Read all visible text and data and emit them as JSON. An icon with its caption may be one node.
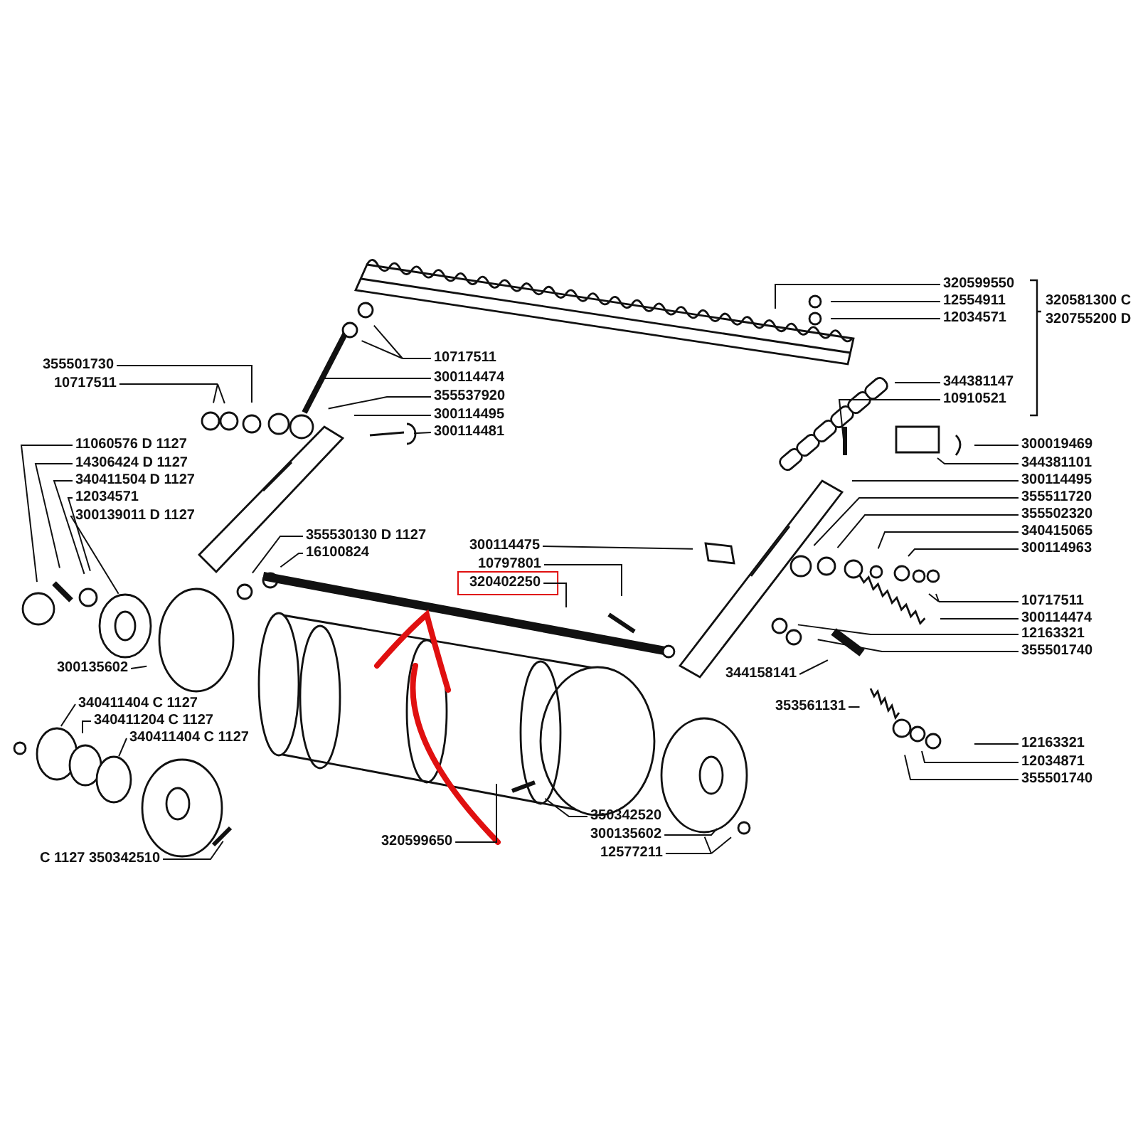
{
  "diagram": {
    "nodes": [
      {
        "text": [
          "355501730"
        ]
      },
      {
        "text": [
          "10717511"
        ]
      },
      {
        "text": [
          "10717511"
        ]
      },
      {
        "text": [
          "300114474"
        ]
      },
      {
        "text": [
          "355537920"
        ]
      },
      {
        "text": [
          "300114495"
        ]
      },
      {
        "text": [
          "300114481"
        ]
      },
      {
        "text": [
          "11060576 D 1127"
        ]
      },
      {
        "text": [
          "14306424 D 1127"
        ]
      },
      {
        "text": [
          "340411504 D 1127"
        ]
      },
      {
        "text": [
          "12034571"
        ]
      },
      {
        "text": [
          "300139011 D 1127"
        ]
      },
      {
        "text": [
          "355530130 D 1127"
        ]
      },
      {
        "text": [
          "16100824"
        ]
      },
      {
        "text": [
          "300135602"
        ]
      },
      {
        "text": [
          "340411404 C 1127"
        ]
      },
      {
        "text": [
          "340411204 C 1127"
        ]
      },
      {
        "text": [
          "340411404 C 1127"
        ]
      },
      {
        "text": [
          "C 1127 350342510"
        ]
      },
      {
        "text": [
          "300114475"
        ]
      },
      {
        "text": [
          "10797801"
        ]
      },
      {
        "text": [
          "320402250"
        ]
      },
      {
        "text": [
          "320599650"
        ]
      },
      {
        "text": [
          "350342520"
        ]
      },
      {
        "text": [
          "300135602"
        ]
      },
      {
        "text": [
          "12577211"
        ]
      },
      {
        "text": [
          "320599550"
        ]
      },
      {
        "text": [
          "12554911"
        ]
      },
      {
        "text": [
          "12034571"
        ]
      },
      {
        "text": [
          "344381147"
        ]
      },
      {
        "text": [
          "10910521"
        ]
      },
      {
        "text": [
          "300019469"
        ]
      },
      {
        "text": [
          "344381101"
        ]
      },
      {
        "text": [
          "300114495"
        ]
      },
      {
        "text": [
          "355511720"
        ]
      },
      {
        "text": [
          "355502320"
        ]
      },
      {
        "text": [
          "340415065"
        ]
      },
      {
        "text": [
          "300114963"
        ]
      },
      {
        "text": [
          "10717511"
        ]
      },
      {
        "text": [
          "300114474"
        ]
      },
      {
        "text": [
          "12163321"
        ]
      },
      {
        "text": [
          "355501740"
        ]
      },
      {
        "text": [
          "344158141"
        ]
      },
      {
        "text": [
          "353561131"
        ]
      },
      {
        "text": [
          "12163321"
        ]
      },
      {
        "text": [
          "12034871"
        ]
      },
      {
        "text": [
          "355501740"
        ]
      }
    ],
    "edges": [
      {
        "from": 0,
        "to": null,
        "arrow": "none"
      },
      {
        "from": 1,
        "to": null,
        "arrow": "none"
      },
      {
        "from": 2,
        "to": null,
        "arrow": "none"
      },
      {
        "from": 3,
        "to": null,
        "arrow": "none"
      },
      {
        "from": 4,
        "to": null,
        "arrow": "none"
      },
      {
        "from": 5,
        "to": null,
        "arrow": "none"
      },
      {
        "from": 6,
        "to": null,
        "arrow": "none"
      },
      {
        "from": 7,
        "to": null,
        "arrow": "none"
      },
      {
        "from": 8,
        "to": null,
        "arrow": "none"
      },
      {
        "from": 9,
        "to": null,
        "arrow": "none"
      },
      {
        "from": 10,
        "to": null,
        "arrow": "none"
      },
      {
        "from": 11,
        "to": null,
        "arrow": "none"
      },
      {
        "from": 12,
        "to": null,
        "arrow": "none"
      },
      {
        "from": 13,
        "to": null,
        "arrow": "none"
      },
      {
        "from": 14,
        "to": null,
        "arrow": "none"
      },
      {
        "from": 15,
        "to": null,
        "arrow": "none"
      },
      {
        "from": 16,
        "to": null,
        "arrow": "none"
      },
      {
        "from": 17,
        "to": null,
        "arrow": "none"
      },
      {
        "from": 18,
        "to": null,
        "arrow": "none"
      },
      {
        "from": 19,
        "to": null,
        "arrow": "none"
      },
      {
        "from": 20,
        "to": null,
        "arrow": "none"
      },
      {
        "from": 21,
        "to": null,
        "arrow": "none"
      },
      {
        "from": 22,
        "to": null,
        "arrow": "none"
      },
      {
        "from": 23,
        "to": null,
        "arrow": "none"
      },
      {
        "from": 24,
        "to": null,
        "arrow": "none"
      },
      {
        "from": 25,
        "to": null,
        "arrow": "none"
      },
      {
        "from": 26,
        "to": null,
        "arrow": "none"
      },
      {
        "from": 27,
        "to": null,
        "arrow": "none"
      },
      {
        "from": 28,
        "to": null,
        "arrow": "none"
      },
      {
        "from": 29,
        "to": null,
        "arrow": "none"
      },
      {
        "from": 30,
        "to": null,
        "arrow": "none"
      },
      {
        "from": 31,
        "to": null,
        "arrow": "none"
      },
      {
        "from": 32,
        "to": null,
        "arrow": "none"
      },
      {
        "from": 33,
        "to": null,
        "arrow": "none"
      },
      {
        "from": 34,
        "to": null,
        "arrow": "none"
      },
      {
        "from": 35,
        "to": null,
        "arrow": "none"
      },
      {
        "from": 36,
        "to": null,
        "arrow": "none"
      },
      {
        "from": 37,
        "to": null,
        "arrow": "none"
      },
      {
        "from": 38,
        "to": null,
        "arrow": "none"
      },
      {
        "from": 39,
        "to": null,
        "arrow": "none"
      },
      {
        "from": 40,
        "to": null,
        "arrow": "none"
      },
      {
        "from": 41,
        "to": null,
        "arrow": "none"
      },
      {
        "from": 42,
        "to": null,
        "arrow": "none"
      },
      {
        "from": 43,
        "to": null,
        "arrow": "none"
      },
      {
        "from": 44,
        "to": null,
        "arrow": "none"
      },
      {
        "from": 45,
        "to": null,
        "arrow": "none"
      },
      {
        "from": 46,
        "to": null,
        "arrow": "none"
      }
    ],
    "labels": [
      "320581300 C",
      "320755200 D"
    ]
  }
}
